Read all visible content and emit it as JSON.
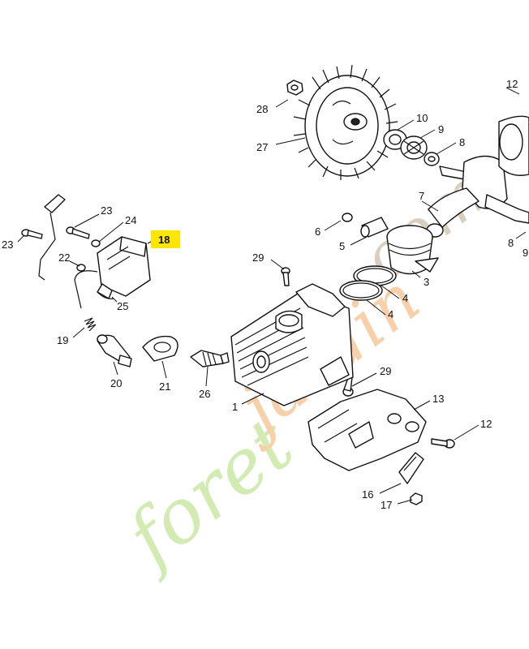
{
  "watermark": {
    "text_part1": "foret",
    "text_part2": "jardin",
    "text_part3": ".com",
    "colors": {
      "green": "#c9e8a6",
      "orange": "#f6c89a",
      "brown": "#d3c7b4"
    }
  },
  "highlight": {
    "label": "18",
    "color": "#ffe600"
  },
  "callouts": [
    {
      "id": "c28",
      "text": "28"
    },
    {
      "id": "c27",
      "text": "27"
    },
    {
      "id": "c10",
      "text": "10"
    },
    {
      "id": "c9",
      "text": "9"
    },
    {
      "id": "c8a",
      "text": "8"
    },
    {
      "id": "c12a",
      "text": "12"
    },
    {
      "id": "c7",
      "text": "7"
    },
    {
      "id": "c8b",
      "text": "8"
    },
    {
      "id": "c9b",
      "text": "9"
    },
    {
      "id": "c6",
      "text": "6"
    },
    {
      "id": "c5",
      "text": "5"
    },
    {
      "id": "c3",
      "text": "3"
    },
    {
      "id": "c4a",
      "text": "4"
    },
    {
      "id": "c4b",
      "text": "4"
    },
    {
      "id": "c29a",
      "text": "29"
    },
    {
      "id": "c29b",
      "text": "29"
    },
    {
      "id": "c23a",
      "text": "23"
    },
    {
      "id": "c24",
      "text": "24"
    },
    {
      "id": "c23b",
      "text": "23"
    },
    {
      "id": "c22",
      "text": "22"
    },
    {
      "id": "c25",
      "text": "25"
    },
    {
      "id": "c19",
      "text": "19"
    },
    {
      "id": "c20",
      "text": "20"
    },
    {
      "id": "c21",
      "text": "21"
    },
    {
      "id": "c26",
      "text": "26"
    },
    {
      "id": "c1",
      "text": "1"
    },
    {
      "id": "c13",
      "text": "13"
    },
    {
      "id": "c12b",
      "text": "12"
    },
    {
      "id": "c16",
      "text": "16"
    },
    {
      "id": "c17",
      "text": "17"
    }
  ]
}
